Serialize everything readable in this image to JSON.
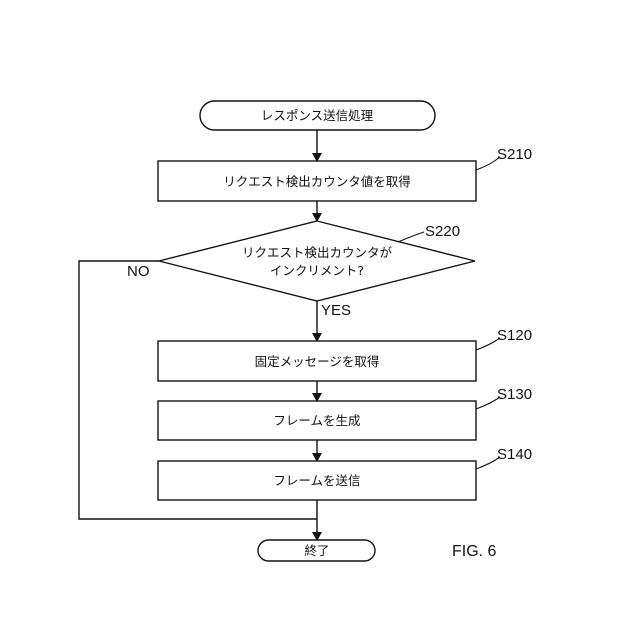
{
  "flowchart": {
    "start": {
      "text": "レスポンス送信処理"
    },
    "steps": [
      {
        "id": "S210",
        "text": "リクエスト検出カウンタ値を取得"
      },
      {
        "id": "S120",
        "text": "固定メッセージを取得"
      },
      {
        "id": "S130",
        "text": "フレームを生成"
      },
      {
        "id": "S140",
        "text": "フレームを送信"
      }
    ],
    "decision": {
      "id": "S220",
      "line1": "リクエスト検出カウンタが",
      "line2": "インクリメント?",
      "yes_label": "YES",
      "no_label": "NO"
    },
    "end": {
      "text": "終了"
    }
  },
  "figure_label": "FIG. 6"
}
